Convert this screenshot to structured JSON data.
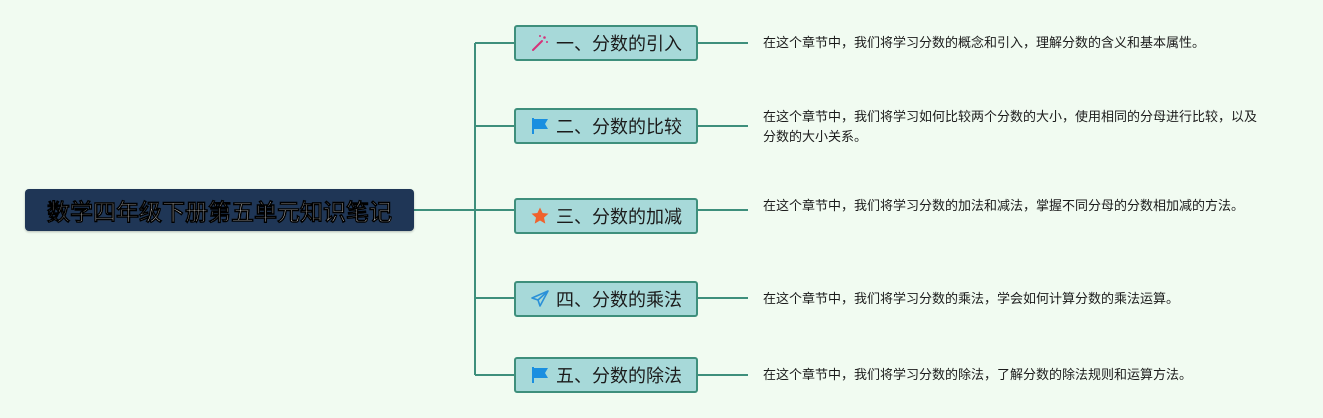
{
  "root": {
    "title": "数学四年级下册第五单元知识笔记"
  },
  "topics": [
    {
      "label": "一、分数的引入",
      "icon": "magic-wand-icon",
      "note": "在这个章节中，我们将学习分数的概念和引入，理解分数的含义和基本属性。"
    },
    {
      "label": "二、分数的比较",
      "icon": "flag-icon",
      "note": "在这个章节中，我们将学习如何比较两个分数的大小，使用相同的分母进行比较，以及分数的大小关系。"
    },
    {
      "label": "三、分数的加减",
      "icon": "star-icon",
      "note": "在这个章节中，我们将学习分数的加法和减法，掌握不同分母的分数相加减的方法。"
    },
    {
      "label": "四、分数的乘法",
      "icon": "paper-plane-icon",
      "note": "在这个章节中，我们将学习分数的乘法，学会如何计算分数的乘法运算。"
    },
    {
      "label": "五、分数的除法",
      "icon": "flag-icon",
      "note": "在这个章节中，我们将学习分数的除法，了解分数的除法规则和运算方法。"
    }
  ],
  "colors": {
    "background": "#f1fbf1",
    "root_fill": "#1f3656",
    "topic_fill": "#a7d9d9",
    "topic_border": "#3e8f7c",
    "connector": "#3e8f7c",
    "flag": "#1a8fe0",
    "star": "#f0622d",
    "wand": "#d6337a",
    "plane": "#2a90d8"
  }
}
